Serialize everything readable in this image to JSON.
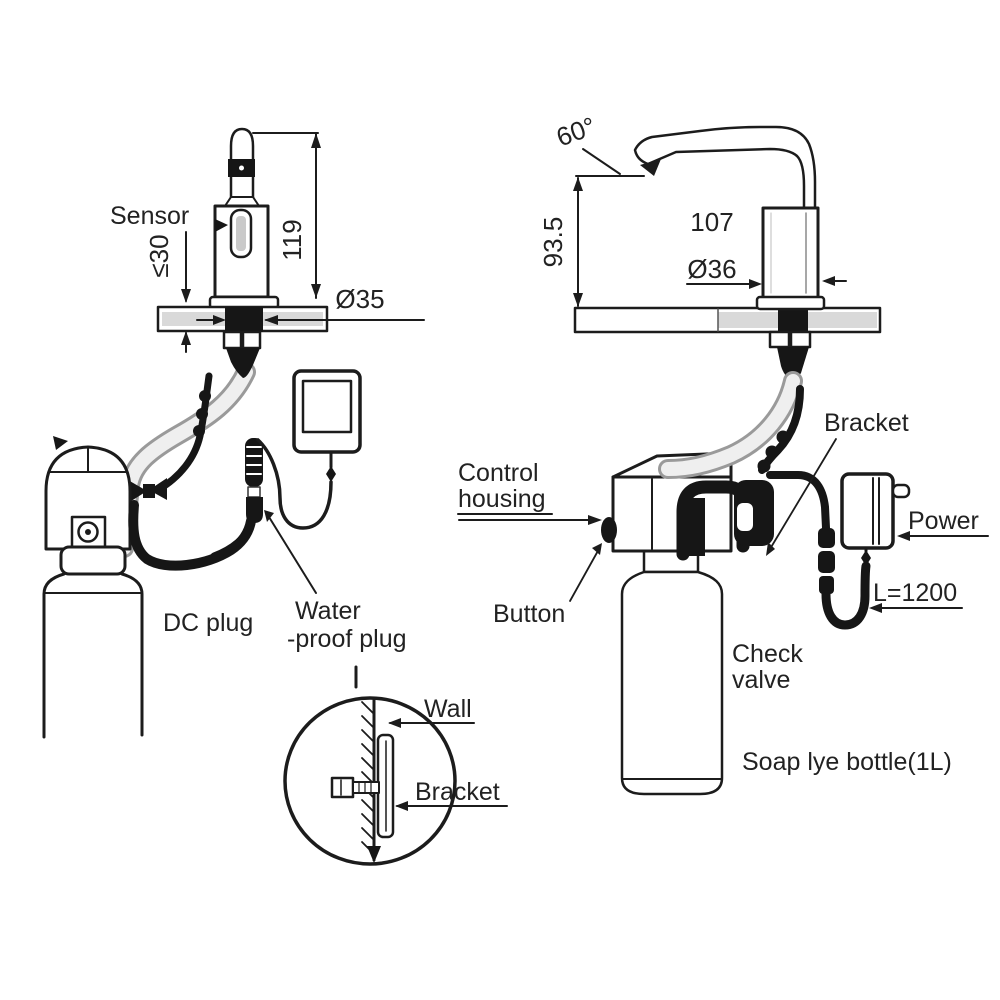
{
  "figure": {
    "left_diagram": {
      "labels": {
        "sensor": "Sensor",
        "dc_plug": "DC plug",
        "waterproof_plug_line1": "Water",
        "waterproof_plug_line2": "-proof plug"
      },
      "dimensions": {
        "spout_height": "119",
        "deck_thickness_max": "≤30",
        "hole_diameter": "Ø35"
      },
      "detail_view": {
        "wall": "Wall",
        "bracket": "Bracket"
      }
    },
    "right_diagram": {
      "labels": {
        "control_housing_line1": "Control",
        "control_housing_line2": "housing",
        "button": "Button",
        "bracket": "Bracket",
        "power": "Power",
        "cable_length": "L=1200",
        "check_valve_line1": "Check",
        "check_valve_line2": "valve",
        "soap_bottle": "Soap lye bottle(1L)"
      },
      "dimensions": {
        "spout_angle": "60°",
        "spout_height": "93.5",
        "spout_reach": "107",
        "body_diameter": "Ø36"
      }
    },
    "colors": {
      "line": "#1c1c1c",
      "deck_fill": "#d9d9d9",
      "tube_fill": "#efefef",
      "tube_edge": "#9a9a9a",
      "window_fill": "#c9c9c9",
      "background": "#ffffff"
    }
  }
}
